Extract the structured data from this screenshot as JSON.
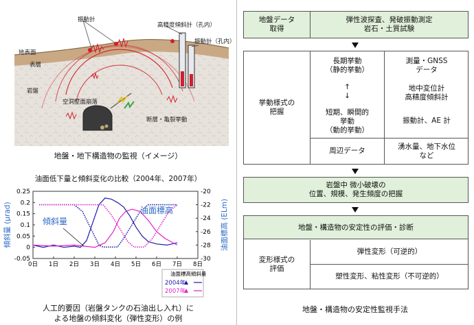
{
  "left": {
    "illustration": {
      "labels": {
        "vibrometer": "振動計",
        "tiltmeter": "高精度傾斜計（孔内）",
        "vibrometer_hole": "振動計（孔内）",
        "surface": "地表面",
        "surface_layer": "表層",
        "bedrock": "岩盤",
        "wall_collapse": "空洞壁面崩落",
        "fault_motion": "断層・亀裂挙動"
      },
      "caption": "地盤・地下構造物の監視（イメージ）"
    },
    "chart_title": "油面低下量と傾斜変化の比較（2004年、2007年）",
    "bottom_caption_line1": "人工的要因（岩盤タンクの石油出し入れ）に",
    "bottom_caption_line2": "よる地盤の傾斜変化（弾性変形）の例"
  },
  "chart_data": {
    "type": "line",
    "title": "油面低下量と傾斜変化の比較（2004年、2007年）",
    "xlabel": "",
    "ylabel": "傾斜量 (μrad)",
    "y2label": "油面標高 (ELm)",
    "x_ticks": [
      "0日",
      "1日",
      "2日",
      "3日",
      "4日",
      "5日",
      "6日",
      "7日",
      "8日"
    ],
    "xlim": [
      0,
      8
    ],
    "ylim": [
      -0.05,
      0.25
    ],
    "y_ticks": [
      "-0.05",
      "0",
      "0.05",
      "0.1",
      "0.15",
      "0.2",
      "0.25"
    ],
    "y2lim": [
      -30,
      -20
    ],
    "y2_ticks": [
      "-20",
      "-22",
      "-24",
      "-26",
      "-28",
      "-30"
    ],
    "annotations": {
      "tilt": "傾斜量",
      "oil": "油面標高"
    },
    "legend": {
      "header_oil": "油面標高",
      "header_tilt": "傾斜量",
      "rows": [
        {
          "year": "2004年",
          "color": "#1a1aa8"
        },
        {
          "year": "2007年",
          "color": "#e020c8"
        }
      ]
    },
    "series": [
      {
        "year": "2004年",
        "kind": "tilt",
        "axis": "left",
        "color": "#1a1aa8",
        "points": [
          [
            0,
            0.01
          ],
          [
            0.5,
            0.0
          ],
          [
            1,
            0.01
          ],
          [
            1.5,
            0.0
          ],
          [
            2,
            0.005
          ],
          [
            2.3,
            0.0
          ],
          [
            2.6,
            0.03
          ],
          [
            2.9,
            0.11
          ],
          [
            3.2,
            0.19
          ],
          [
            3.5,
            0.22
          ],
          [
            3.8,
            0.215
          ],
          [
            4.1,
            0.2
          ],
          [
            4.4,
            0.18
          ],
          [
            4.7,
            0.14
          ],
          [
            5.0,
            0.09
          ],
          [
            5.3,
            0.05
          ],
          [
            5.6,
            0.025
          ],
          [
            6.0,
            0.015
          ],
          [
            6.5,
            0.01
          ],
          [
            7,
            0.02
          ]
        ]
      },
      {
        "year": "2004年",
        "kind": "oil",
        "axis": "right",
        "color": "#1a1aa8",
        "points": [
          [
            0.3,
            -22
          ],
          [
            2.0,
            -22
          ],
          [
            2.4,
            -23
          ],
          [
            2.8,
            -25.5
          ],
          [
            3.2,
            -28
          ],
          [
            3.4,
            -28.3
          ],
          [
            4.1,
            -28.3
          ],
          [
            4.4,
            -27
          ],
          [
            4.8,
            -25
          ],
          [
            5.2,
            -23
          ],
          [
            5.6,
            -22
          ],
          [
            7,
            -22
          ]
        ]
      },
      {
        "year": "2007年",
        "kind": "tilt",
        "axis": "left",
        "color": "#e020c8",
        "points": [
          [
            0,
            0.01
          ],
          [
            1,
            0.005
          ],
          [
            2,
            0.01
          ],
          [
            3,
            0.0
          ],
          [
            3.5,
            0.02
          ],
          [
            3.9,
            0.07
          ],
          [
            4.2,
            0.13
          ],
          [
            4.5,
            0.16
          ],
          [
            4.8,
            0.17
          ],
          [
            5.2,
            0.16
          ],
          [
            5.6,
            0.12
          ],
          [
            6.0,
            0.07
          ],
          [
            6.4,
            0.04
          ],
          [
            6.8,
            0.02
          ],
          [
            7,
            0.01
          ]
        ]
      },
      {
        "year": "2007年",
        "kind": "oil",
        "axis": "right",
        "color": "#e020c8",
        "points": [
          [
            0.3,
            -22
          ],
          [
            3.4,
            -22
          ],
          [
            3.8,
            -23.5
          ],
          [
            4.2,
            -25.5
          ],
          [
            4.6,
            -27.5
          ],
          [
            4.9,
            -28.3
          ],
          [
            5.4,
            -28.3
          ],
          [
            5.8,
            -27
          ],
          [
            6.2,
            -25
          ],
          [
            6.6,
            -23
          ],
          [
            7,
            -22
          ]
        ]
      }
    ]
  },
  "right": {
    "row1": {
      "label": "地盤データ\n取得",
      "content": "弾性波探査、発破振動測定\n岩石・土質試験"
    },
    "row2": {
      "label": "挙動様式の\n把握",
      "long_term": "長期挙動\n（静的挙動）",
      "updown": "↑\n↓",
      "short_term": "短期、瞬間的\n挙動\n（動的挙動）",
      "survey": "測量・GNSS\nデータ",
      "underground": "地中変位計\n高精度傾斜計",
      "vib": "振動計、AE 計",
      "peripheral": "周辺データ",
      "water": "湧水量、地下水位\nなど"
    },
    "row3": "岩盤中 微小破壊の\n位置、規模、発生頻度の把握",
    "row4": {
      "header": "地盤・構造物の安定性の評価・診断",
      "label": "変形様式の\n評価",
      "elastic": "弾性変形（可逆的）",
      "plastic": "塑性変形、粘性変形（不可逆的）"
    },
    "caption": "地盤・構造物の安定性監視手法"
  },
  "colors": {
    "green_box": "#e1f0da",
    "line_2004": "#1a1aa8",
    "line_2007": "#e020c8",
    "annot_blue": "#2e6bc6"
  }
}
